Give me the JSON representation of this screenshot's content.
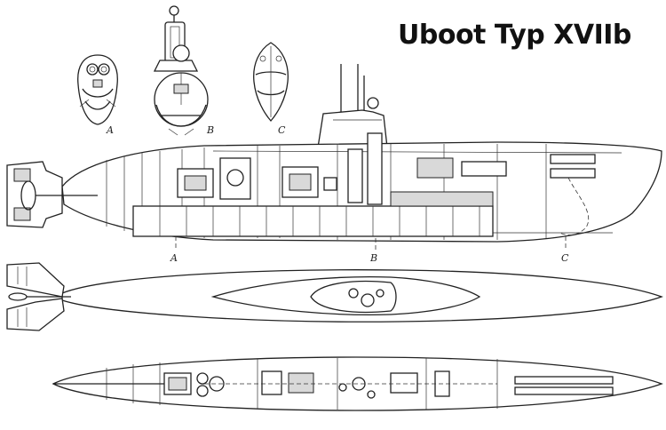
{
  "title": "Uboot Typ XVIIb",
  "sections": [
    {
      "id": "A",
      "label": "A"
    },
    {
      "id": "B",
      "label": "B"
    },
    {
      "id": "C",
      "label": "C"
    }
  ],
  "section_markers": [
    {
      "id": "A",
      "label": "A"
    },
    {
      "id": "B",
      "label": "B"
    },
    {
      "id": "C",
      "label": "C"
    }
  ],
  "colors": {
    "line": "#222222",
    "background": "#ffffff",
    "shade": "#d9d9d9"
  }
}
